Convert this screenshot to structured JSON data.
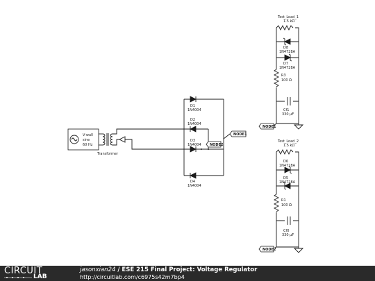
{
  "schematic": {
    "source": {
      "label1": "V-wall",
      "label2": "sine",
      "label3": "60 Hz"
    },
    "transformer": {
      "label": "Transformer"
    },
    "diodes": [
      {
        "name": "D1",
        "part": "1N4004"
      },
      {
        "name": "D2",
        "part": "1N4004"
      },
      {
        "name": "D3",
        "part": "1N4004"
      },
      {
        "name": "D4",
        "part": "1N4004"
      }
    ],
    "nodes": {
      "node1": "NODE1",
      "node2": "NODE2"
    },
    "load1": {
      "title": "Test_Load_1",
      "res_top": "1.5 kΩ",
      "zener_a_name": "D8",
      "zener_a_part": "1N4728A",
      "zener_b_name": "D7",
      "zener_b_part": "1N4728A",
      "res_name": "R3",
      "res_value": "100 Ω",
      "cap_name": "Cf1",
      "cap_value": "330 µF",
      "node": "NODE1"
    },
    "load2": {
      "title": "Test_Load_2",
      "res_top": "1.5 kΩ",
      "zener_a_name": "D6",
      "zener_a_part": "1N4728A",
      "zener_b_name": "D5",
      "zener_b_part": "1N4728A",
      "res_name": "R1",
      "res_value": "100 Ω",
      "cap_name": "Cf0",
      "cap_value": "330 µF",
      "node": "NODE2"
    }
  },
  "footer": {
    "logo_circuit": "CIRCUIT",
    "logo_lab": "LAB",
    "author": "jasonxian24",
    "separator": " / ",
    "project_title": "ESE 215 Final Project: Voltage Regulator",
    "url": "http://circuitlab.com/c6975s42m7bp4"
  },
  "colors": {
    "footer_bg": "#2a2a2a",
    "ink": "#1a1a1a",
    "background": "#ffffff"
  }
}
